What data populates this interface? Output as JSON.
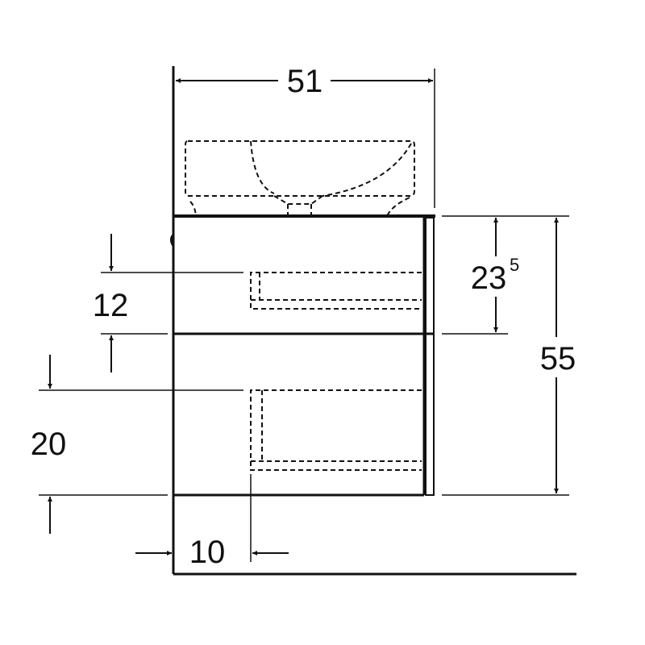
{
  "drawing": {
    "width_label": "51",
    "top_drawer_height_label": "23",
    "top_drawer_height_sup": "5",
    "total_height_label": "55",
    "upper_offset_label": "12",
    "lower_offset_label": "20",
    "depth_offset_label": "10"
  },
  "colors": {
    "line": "#111111",
    "background": "#ffffff"
  }
}
